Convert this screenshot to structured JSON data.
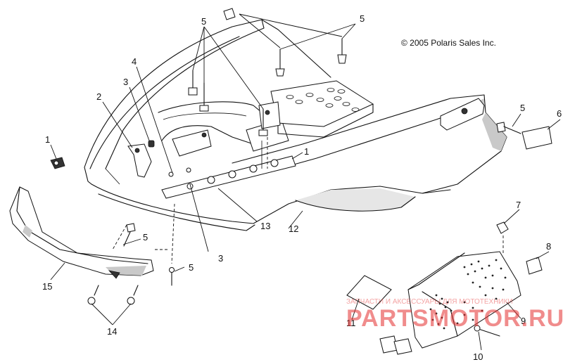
{
  "copyright": "© 2005 Polaris Sales Inc.",
  "callouts": {
    "c1a": "1",
    "c1b": "1",
    "c2": "2",
    "c3a": "3",
    "c3b": "3",
    "c4": "4",
    "c5a": "5",
    "c5b": "5",
    "c5c": "5",
    "c5d": "5",
    "c5e": "5",
    "c6": "6",
    "c7": "7",
    "c8": "8",
    "c9": "9",
    "c10": "10",
    "c11": "11",
    "c12": "12",
    "c13": "13",
    "c14": "14",
    "c15": "15"
  },
  "watermark": {
    "tagline": "ЗАПЧАСТИ И АКСЕССУАРЫ ДЛЯ МОТОТЕХНИКИ",
    "brand": "PARTSMOTOR.RU"
  }
}
